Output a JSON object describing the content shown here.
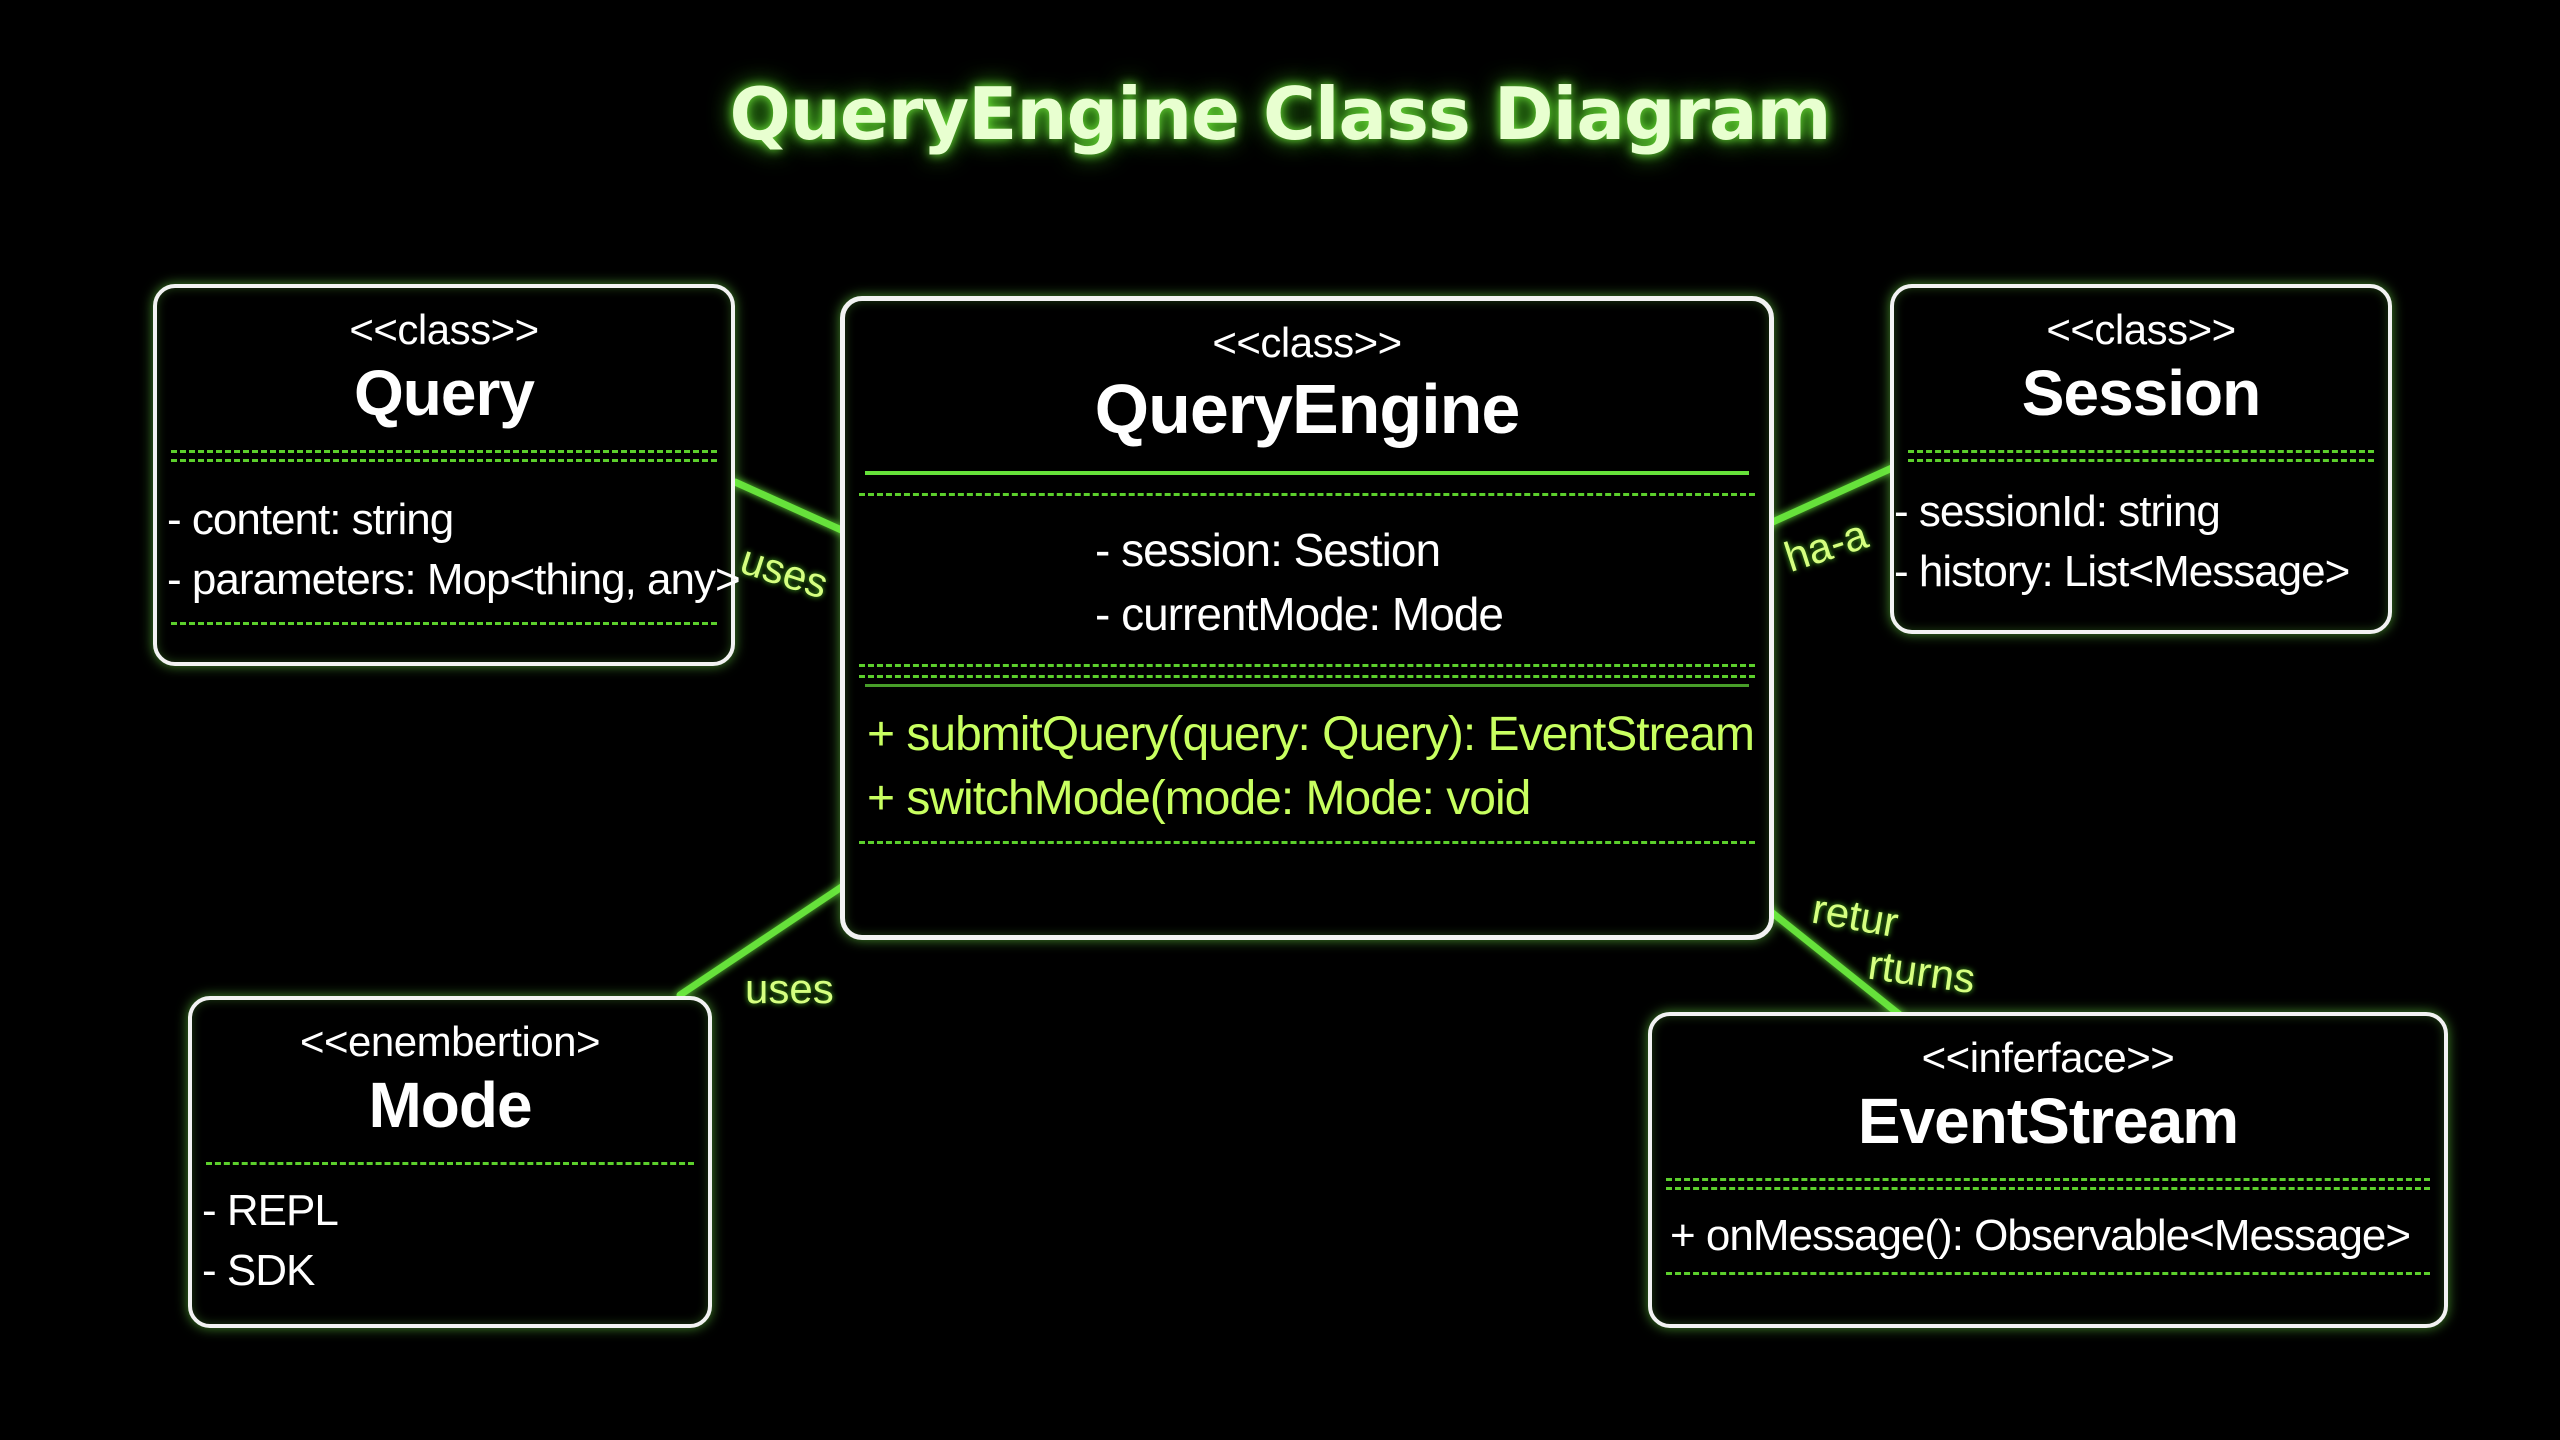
{
  "diagram": {
    "title": "QueryEngine Class Diagram",
    "classes": {
      "query": {
        "stereotype": "<<class>>",
        "name": "Query",
        "attributes": [
          "- content: string",
          "- parameters: Mop<thing, any>"
        ]
      },
      "query_engine": {
        "stereotype": "<<class>>",
        "name": "QueryEngine",
        "attributes": [
          "- session: Sestion",
          "- currentMode: Mode"
        ],
        "methods": [
          "+ submitQuery(query: Query): EventStream",
          "+ switchMode(mode: Mode: void"
        ]
      },
      "session": {
        "stereotype": "<<class>>",
        "name": "Session",
        "attributes": [
          "- sessionId: string",
          "- history: List<Message>"
        ]
      },
      "mode": {
        "stereotype": "<<enembertion>",
        "name": "Mode",
        "values": [
          "- REPL",
          "- SDK"
        ]
      },
      "event_stream": {
        "stereotype": "<<inferface>>",
        "name": "EventStream",
        "methods": [
          "+ onMessage(): Observable<Message>"
        ]
      }
    },
    "relations": {
      "query_uses": "uses",
      "mode_uses": "uses",
      "session_has": "ha-a",
      "returns_top": "retur",
      "returns_bottom": "rturns"
    },
    "colors": {
      "accent": "#66e13a",
      "title": "#e8ffd0",
      "method": "#c8ff60",
      "border": "#f2f2f2",
      "background": "#000000"
    }
  }
}
